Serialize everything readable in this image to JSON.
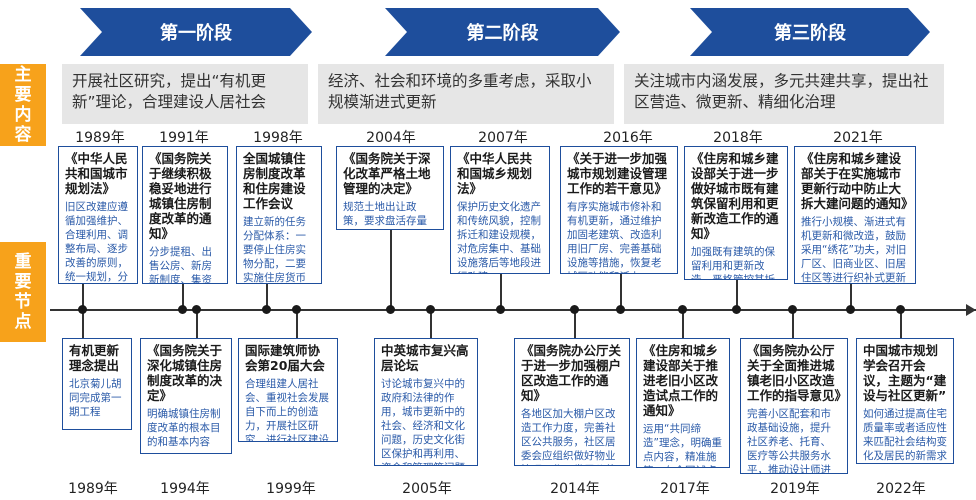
{
  "stages": [
    {
      "label": "第一阶段"
    },
    {
      "label": "第二阶段"
    },
    {
      "label": "第三阶段"
    }
  ],
  "side_labels": {
    "main_content": [
      "主",
      "要",
      "内",
      "容"
    ],
    "key_nodes": [
      "重",
      "要",
      "节",
      "点"
    ]
  },
  "contents": [
    {
      "text": "开展社区研究，提出“有机更新”理论，合理建设人居社会"
    },
    {
      "text": "经济、社会和环境的多重考虑，采取小规模渐进式更新"
    },
    {
      "text": "关注城市内涵发展，多元共建共享，提出社区营造、微更新、精细化治理"
    }
  ],
  "top_years": [
    "1989年",
    "1991年",
    "1998年",
    "2004年",
    "2007年",
    "2016年",
    "2018年",
    "2021年"
  ],
  "bottom_years": [
    "1989年",
    "1994年",
    "1999年",
    "2005年",
    "2014年",
    "2017年",
    "2019年",
    "2022年"
  ],
  "top_cards": [
    {
      "title": "《中华人民共和国城市规划法》",
      "desc": "旧区改建应遵循加强维护、合理利用、调整布局、逐步改善的原则，统一规划，分期实施"
    },
    {
      "title": "《国务院关于继续积极稳妥地进行城镇住房制度改革的通知》",
      "desc": "分步提租、出售公房、新房新制度、集资合作建房等多种形式推进房改的思路"
    },
    {
      "title": "全国城镇住房制度改革和住房建设工作会议",
      "desc": "建立新的任务分配体系：一要停止住房实物分配，二要实施住房货币化分配"
    },
    {
      "title": "《国务院关于深化改革严格土地管理的决定》",
      "desc": "规范土地出让政策，要求盘活存量土地"
    },
    {
      "title": "《中华人民共和国城乡规划法》",
      "desc": "保护历史文化遗产和传统风貌，控制拆迁和建设规模，对危房集中、基础设施落后等地段进行改建"
    },
    {
      "title": "《关于进一步加强城市规划建设管理工作的若干意见》",
      "desc": "有序实施城市修补和有机更新，通过维护加固老建筑、改造利用旧厂房、完善基础设施等措施，恢复老城区功能和活力"
    },
    {
      "title": "《住房和城乡建设部关于进一步做好城市既有建筑保留利用和更新改造工作的通知》",
      "desc": "加强既有建筑的保留利用和更新改造，严格管控其拆除问题"
    },
    {
      "title": "《住房和城乡建设部关于在实施城市更新行动中防止大拆大建问题的通知》",
      "desc": "推行小规模、渐进式有机更新和微改造，鼓励采用“绣花”功夫，对旧厂区、旧商业区、旧居住区等进行织补式更新"
    }
  ],
  "bottom_cards": [
    {
      "title": "有机更新理念提出",
      "desc": "北京菊儿胡同完成第一期工程"
    },
    {
      "title": "《国务院关于深化城镇住房制度改革的决定》",
      "desc": "明确城镇住房制度改革的根本目的和基本内容"
    },
    {
      "title": "国际建筑师协会第20届大会",
      "desc": "合理组建人居社会、重视社会发展自下而上的创造力，开展社区研究，进行社区建设"
    },
    {
      "title": "中英城市复兴高层论坛",
      "desc": "讨论城市复兴中的政府和法律的作用，城市更新中的社会、经济和文化问题，历史文化街区保护和再利用、资金和管理等问题"
    },
    {
      "title": "《国务院办公厅关于进一步加强棚户区改造工作的通知》",
      "desc": "各地区加大棚户区改造工作力度，完善社区公共服务，社区居委会应组织做好物业管理工作，发展公共事业服务单位"
    },
    {
      "title": "《住房和城乡建设部关于推进老旧小区改造试点工作的通知》",
      "desc": "运用“共同缔造”理念，明确重点内容，精准施策，在全国试点老旧小区改造"
    },
    {
      "title": "《国务院办公厅关于全面推进城镇老旧小区改造工作的指导意见》",
      "desc": "完善小区配套和市政基础设施，提升社区养老、托育、医疗等公共服务水平，推动设计师进社区，倡导居民有效参与设计"
    },
    {
      "title": "中国城市规划学会召开会议，主题为“建设与社区更新”",
      "desc": "如何通过提高住宅质量率或者适应性来匹配社会结构变化及居民的新需求"
    }
  ]
}
